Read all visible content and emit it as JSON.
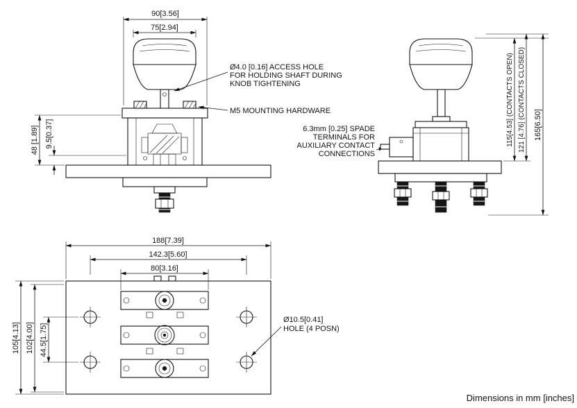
{
  "drawing": {
    "type": "technical-dimension-drawing",
    "subject": "battery disconnect switch, three orthographic views",
    "line_color": "#111111",
    "background": "#ffffff"
  },
  "front_view": {
    "dim_flange_width": "90[3.56]",
    "dim_knob_width": "75[2.94]",
    "dim_body_height": "48 [1.89]",
    "dim_recess_depth": "9.5[0.37]"
  },
  "side_view": {
    "dim_contacts_open": "115[4.53] (CONTACTS OPEN)",
    "dim_contacts_closed": "121 [4.76] (CONTACTS CLOSED)",
    "dim_overall_height": "165[6.50]"
  },
  "plan_view": {
    "dim_overall_width": "188[7.39]",
    "dim_hole_spacing_x": "142.3[5.60]",
    "dim_busbar_width": "80[3.16]",
    "dim_overall_depth": "105[4.13]",
    "dim_plate_depth": "102[4.00]",
    "dim_hole_spacing_y": "44.5[1.75]"
  },
  "annotations": {
    "access_hole": [
      "Ø4.0 [0.16] ACCESS HOLE",
      "FOR HOLDING SHAFT DURING",
      "KNOB TIGHTENING"
    ],
    "mounting_hardware": "M5 MOUNTING HARDWARE",
    "spade_terminals": [
      "6.3mm [0.25] SPADE",
      "TERMINALS FOR",
      "AUXILIARY CONTACT",
      "CONNECTIONS"
    ],
    "corner_hole": [
      "Ø10.5[0.41]",
      "HOLE (4 POSN)"
    ]
  },
  "footer": {
    "note": "Dimensions in mm [inches]"
  }
}
